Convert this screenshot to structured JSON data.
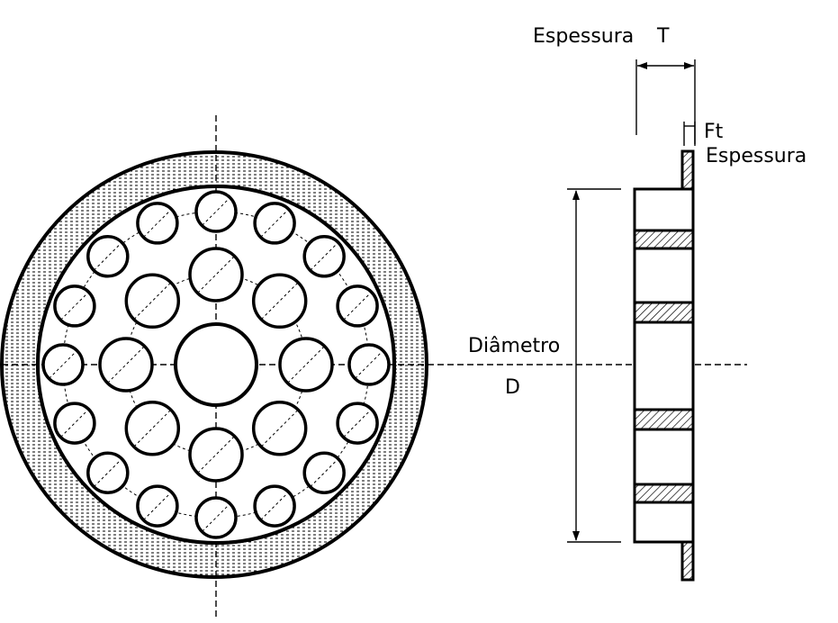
{
  "labels": {
    "thickness": "Espessura",
    "thickness_symbol": "T",
    "flange_symbol": "Ft",
    "flange_label": "Espessura",
    "diameter": "Diâmetro",
    "diameter_symbol": "D"
  },
  "colors": {
    "line": "#000000",
    "background": "#ffffff"
  }
}
